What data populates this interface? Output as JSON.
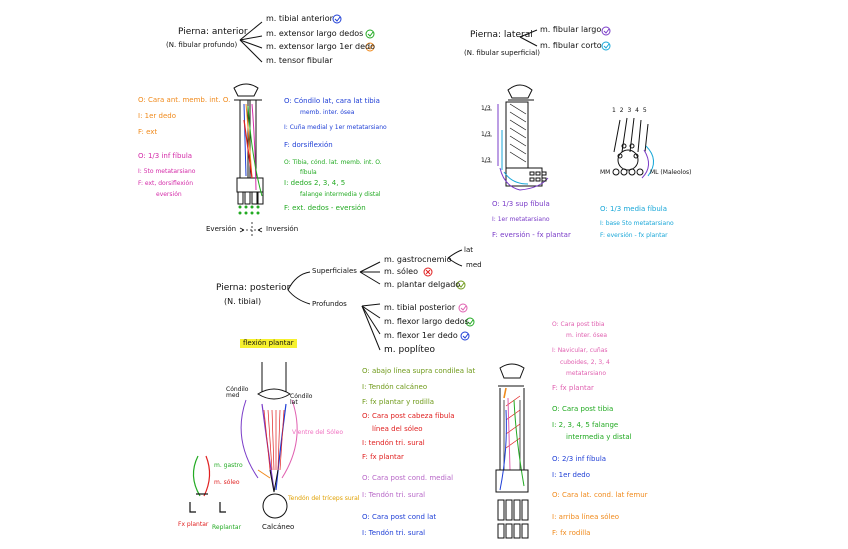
{
  "colors": {
    "ink": "#111111",
    "orange": "#f08a1c",
    "blue": "#1f3fd6",
    "magenta": "#d42aa8",
    "green": "#22aa22",
    "red": "#e02020",
    "purple": "#7a3cc8",
    "pink": "#e060b0",
    "cyan": "#18a7d8",
    "olive": "#6f9a1a",
    "yellow": "#f6f12e",
    "violet": "#b868c8"
  },
  "anterior": {
    "title_line1": "Pierna: anterior",
    "title_line2": "(N. fibular profundo)",
    "muscles": [
      "m. tibial anterior",
      "m. extensor largo dedos",
      "m. extensor largo 1er dedo",
      "m. tensor fibular"
    ],
    "leftnotes": [
      {
        "text": "O: Cara ant. memb. int. O.",
        "color": "orange"
      },
      {
        "text": "I: 1er dedo",
        "color": "orange"
      },
      {
        "text": "F: ext",
        "color": "orange"
      },
      {
        "text": "O: 1/3 inf fíbula",
        "color": "magenta"
      },
      {
        "text": "I: 5to metatarsiano",
        "color": "magenta"
      },
      {
        "text": "F: ext, dorsiflexión",
        "color": "magenta"
      },
      {
        "text": "eversión",
        "color": "magenta"
      }
    ],
    "rightnotes": [
      {
        "text": "O: Cóndilo lat, cara lat tibia",
        "color": "blue"
      },
      {
        "text": "memb. inter. ósea",
        "color": "blue"
      },
      {
        "text": "I: Cuña medial y 1er metatarsiano",
        "color": "blue"
      },
      {
        "text": "F: dorsiflexión",
        "color": "blue"
      },
      {
        "text": "O: Tibia, cónd. lat. memb. int. O.",
        "color": "green"
      },
      {
        "text": "fíbula",
        "color": "green"
      },
      {
        "text": "I: dedos 2, 3, 4, 5",
        "color": "green"
      },
      {
        "text": "falange intermedia y distal",
        "color": "green"
      },
      {
        "text": "F: ext. dedos - eversión",
        "color": "green"
      }
    ],
    "eversion": "Eversión",
    "inversion": "Inversión"
  },
  "lateral": {
    "title_line1": "Pierna: lateral",
    "title_line2": "(N. fibular superficial)",
    "muscles": [
      "m. fibular largo",
      "m. fibular corto"
    ],
    "thirds": [
      "1/3",
      "1/3",
      "1/3"
    ],
    "foot_numbers": "1 2 3 4 5",
    "mm": "MM",
    "ml": "ML (Maleolos)",
    "notes1": [
      {
        "text": "O: 1/3 sup fíbula",
        "color": "purple"
      },
      {
        "text": "I: 1er metatarsiano",
        "color": "purple"
      },
      {
        "text": "F: eversión - fx plantar",
        "color": "purple"
      }
    ],
    "notes2": [
      {
        "text": "O: 1/3 media fíbula",
        "color": "cyan"
      },
      {
        "text": "I: base 5to metatarsiano",
        "color": "cyan"
      },
      {
        "text": "F: eversión - fx plantar",
        "color": "cyan"
      }
    ]
  },
  "posterior": {
    "title_line1": "Pierna: posterior",
    "title_line2": "(N. tibial)",
    "superficial": "Superficiales",
    "profundo": "Profundos",
    "sup_muscles": [
      "m. gastrocnemio",
      "m. sóleo",
      "m. plantar delgado"
    ],
    "lat": "lat",
    "med": "med",
    "deep_muscles": [
      "m. tibial posterior",
      "m. flexor largo dedos",
      "m. flexor 1er dedo",
      "m. poplíteo"
    ],
    "flexion": "flexión plantar",
    "condilo_med": "Cóndilo med",
    "condilo_lat": "Cóndilo lat",
    "vientre": "Vientre del Sóleo",
    "tendon": "Tendón del tríceps sural",
    "calcaneo": "Calcáneo",
    "gastro": "m. gastro",
    "soleo": "m. sóleo",
    "fxplantar": "Fx plantar",
    "replantar": "Replantar",
    "midnotes": [
      {
        "text": "O: abajo línea supra condilea lat",
        "color": "olive"
      },
      {
        "text": "I: Tendón calcáneo",
        "color": "olive"
      },
      {
        "text": "F: fx plantar y rodilla",
        "color": "olive"
      },
      {
        "text": "O: Cara post cabeza fíbula",
        "color": "red"
      },
      {
        "text": "línea del sóleo",
        "color": "red"
      },
      {
        "text": "I: tendón tri. sural",
        "color": "red"
      },
      {
        "text": "F: fx plantar",
        "color": "red"
      },
      {
        "text": "O: Cara post cond. medial",
        "color": "violet"
      },
      {
        "text": "I: Tendón tri. sural",
        "color": "violet"
      },
      {
        "text": "O: Cara post cond lat",
        "color": "blue"
      },
      {
        "text": "I: Tendón tri. sural",
        "color": "blue"
      }
    ],
    "rightnotes": [
      {
        "text": "O: Cara post tibia",
        "color": "pink"
      },
      {
        "text": "m. inter. ósea",
        "color": "pink"
      },
      {
        "text": "I: Navicular, cuñas",
        "color": "pink"
      },
      {
        "text": "cuboides, 2, 3, 4",
        "color": "pink"
      },
      {
        "text": "metatarsiano",
        "color": "pink"
      },
      {
        "text": "F: fx plantar",
        "color": "pink"
      },
      {
        "text": "O: Cara post tibia",
        "color": "green"
      },
      {
        "text": "I: 2, 3, 4, 5 falange",
        "color": "green"
      },
      {
        "text": "intermedia y distal",
        "color": "green"
      },
      {
        "text": "O: 2/3 inf fíbula",
        "color": "blue"
      },
      {
        "text": "I: 1er dedo",
        "color": "blue"
      },
      {
        "text": "O: Cara lat. cond. lat femur",
        "color": "orange"
      },
      {
        "text": "I: arriba línea sóleo",
        "color": "orange"
      },
      {
        "text": "F: fx rodilla",
        "color": "orange"
      }
    ]
  }
}
